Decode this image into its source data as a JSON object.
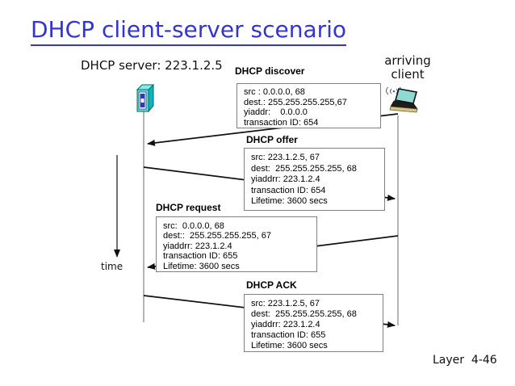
{
  "slide": {
    "title": "DHCP client-server scenario",
    "footer": "Layer  4-46"
  },
  "labels": {
    "server": "DHCP server: 223.1.2.5",
    "arriving_client_line1": "arriving",
    "arriving_client_line2": "client",
    "time": "time"
  },
  "messages": [
    {
      "name": "DHCP discover",
      "direction": "client-to-server",
      "lines": [
        "src : 0.0.0.0, 68",
        "dest.: 255.255.255.255,67",
        "yiaddr:    0.0.0.0",
        "transaction ID: 654"
      ]
    },
    {
      "name": "DHCP offer",
      "direction": "server-to-client",
      "lines": [
        "src: 223.1.2.5, 67",
        "dest:  255.255.255.255, 68",
        "yiaddrr: 223.1.2.4",
        "transaction ID: 654",
        "Lifetime: 3600 secs"
      ]
    },
    {
      "name": "DHCP request",
      "direction": "client-to-server",
      "lines": [
        "src:  0.0.0.0, 68",
        "dest::  255.255.255.255, 67",
        "yiaddrr: 223.1.2.4",
        "transaction ID: 655",
        "Lifetime: 3600 secs"
      ]
    },
    {
      "name": "DHCP ACK",
      "direction": "server-to-client",
      "lines": [
        "src: 223.1.2.5, 67",
        "dest:  255.255.255.255, 68",
        "yiaddrr: 223.1.2.4",
        "transaction ID: 655",
        "Lifetime: 3600 secs"
      ]
    }
  ],
  "icons": {
    "server": "server-icon",
    "client": "laptop-icon"
  },
  "colors": {
    "title_blue": "#3434d0",
    "timeline_gray": "#8c8c8c",
    "arrow_black": "#111111",
    "box_border": "#808080",
    "teal_front": "#63dcdc",
    "teal_side": "#12b2ba",
    "teal_top": "#8ceaea",
    "panel_blue": "#2b3cb5",
    "laptop_screen": "#8fd8d4",
    "laptop_body": "#1d1d1d",
    "laptop_base": "#d9c48a"
  }
}
